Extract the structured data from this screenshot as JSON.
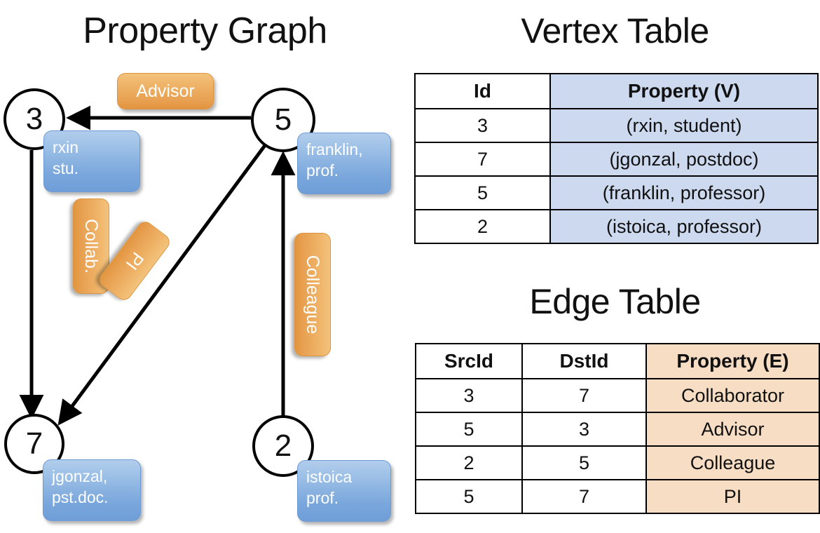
{
  "titles": {
    "property_graph": "Property Graph",
    "vertex_table": "Vertex Table",
    "edge_table": "Edge Table"
  },
  "graph": {
    "nodes": [
      {
        "id": "3",
        "property_lines": [
          "rxin",
          "stu."
        ]
      },
      {
        "id": "5",
        "property_lines": [
          "franklin,",
          "prof."
        ]
      },
      {
        "id": "7",
        "property_lines": [
          "jgonzal,",
          "pst.doc."
        ]
      },
      {
        "id": "2",
        "property_lines": [
          "istoica",
          "prof."
        ]
      }
    ],
    "edge_labels": [
      {
        "name": "advisor",
        "text": "Advisor"
      },
      {
        "name": "collab",
        "text": "Collab."
      },
      {
        "name": "pi",
        "text": "PI"
      },
      {
        "name": "colleague",
        "text": "Colleague"
      }
    ]
  },
  "vertex_table": {
    "headers": [
      "Id",
      "Property (V)"
    ],
    "rows": [
      {
        "id": "3",
        "property": "(rxin, student)"
      },
      {
        "id": "7",
        "property": "(jgonzal, postdoc)"
      },
      {
        "id": "5",
        "property": "(franklin, professor)"
      },
      {
        "id": "2",
        "property": "(istoica, professor)"
      }
    ]
  },
  "edge_table": {
    "headers": [
      "SrcId",
      "DstId",
      "Property (E)"
    ],
    "rows": [
      {
        "src": "3",
        "dst": "7",
        "property": "Collaborator"
      },
      {
        "src": "5",
        "dst": "3",
        "property": "Advisor"
      },
      {
        "src": "2",
        "dst": "5",
        "property": "Colleague"
      },
      {
        "src": "5",
        "dst": "7",
        "property": "PI"
      }
    ]
  },
  "colors": {
    "vertex_property_fill": "#ccd9ef",
    "edge_property_fill": "#f7ddc3",
    "node_box_blue": "#79a6dc",
    "edge_label_orange": "#e8a152",
    "stroke": "#000000"
  }
}
